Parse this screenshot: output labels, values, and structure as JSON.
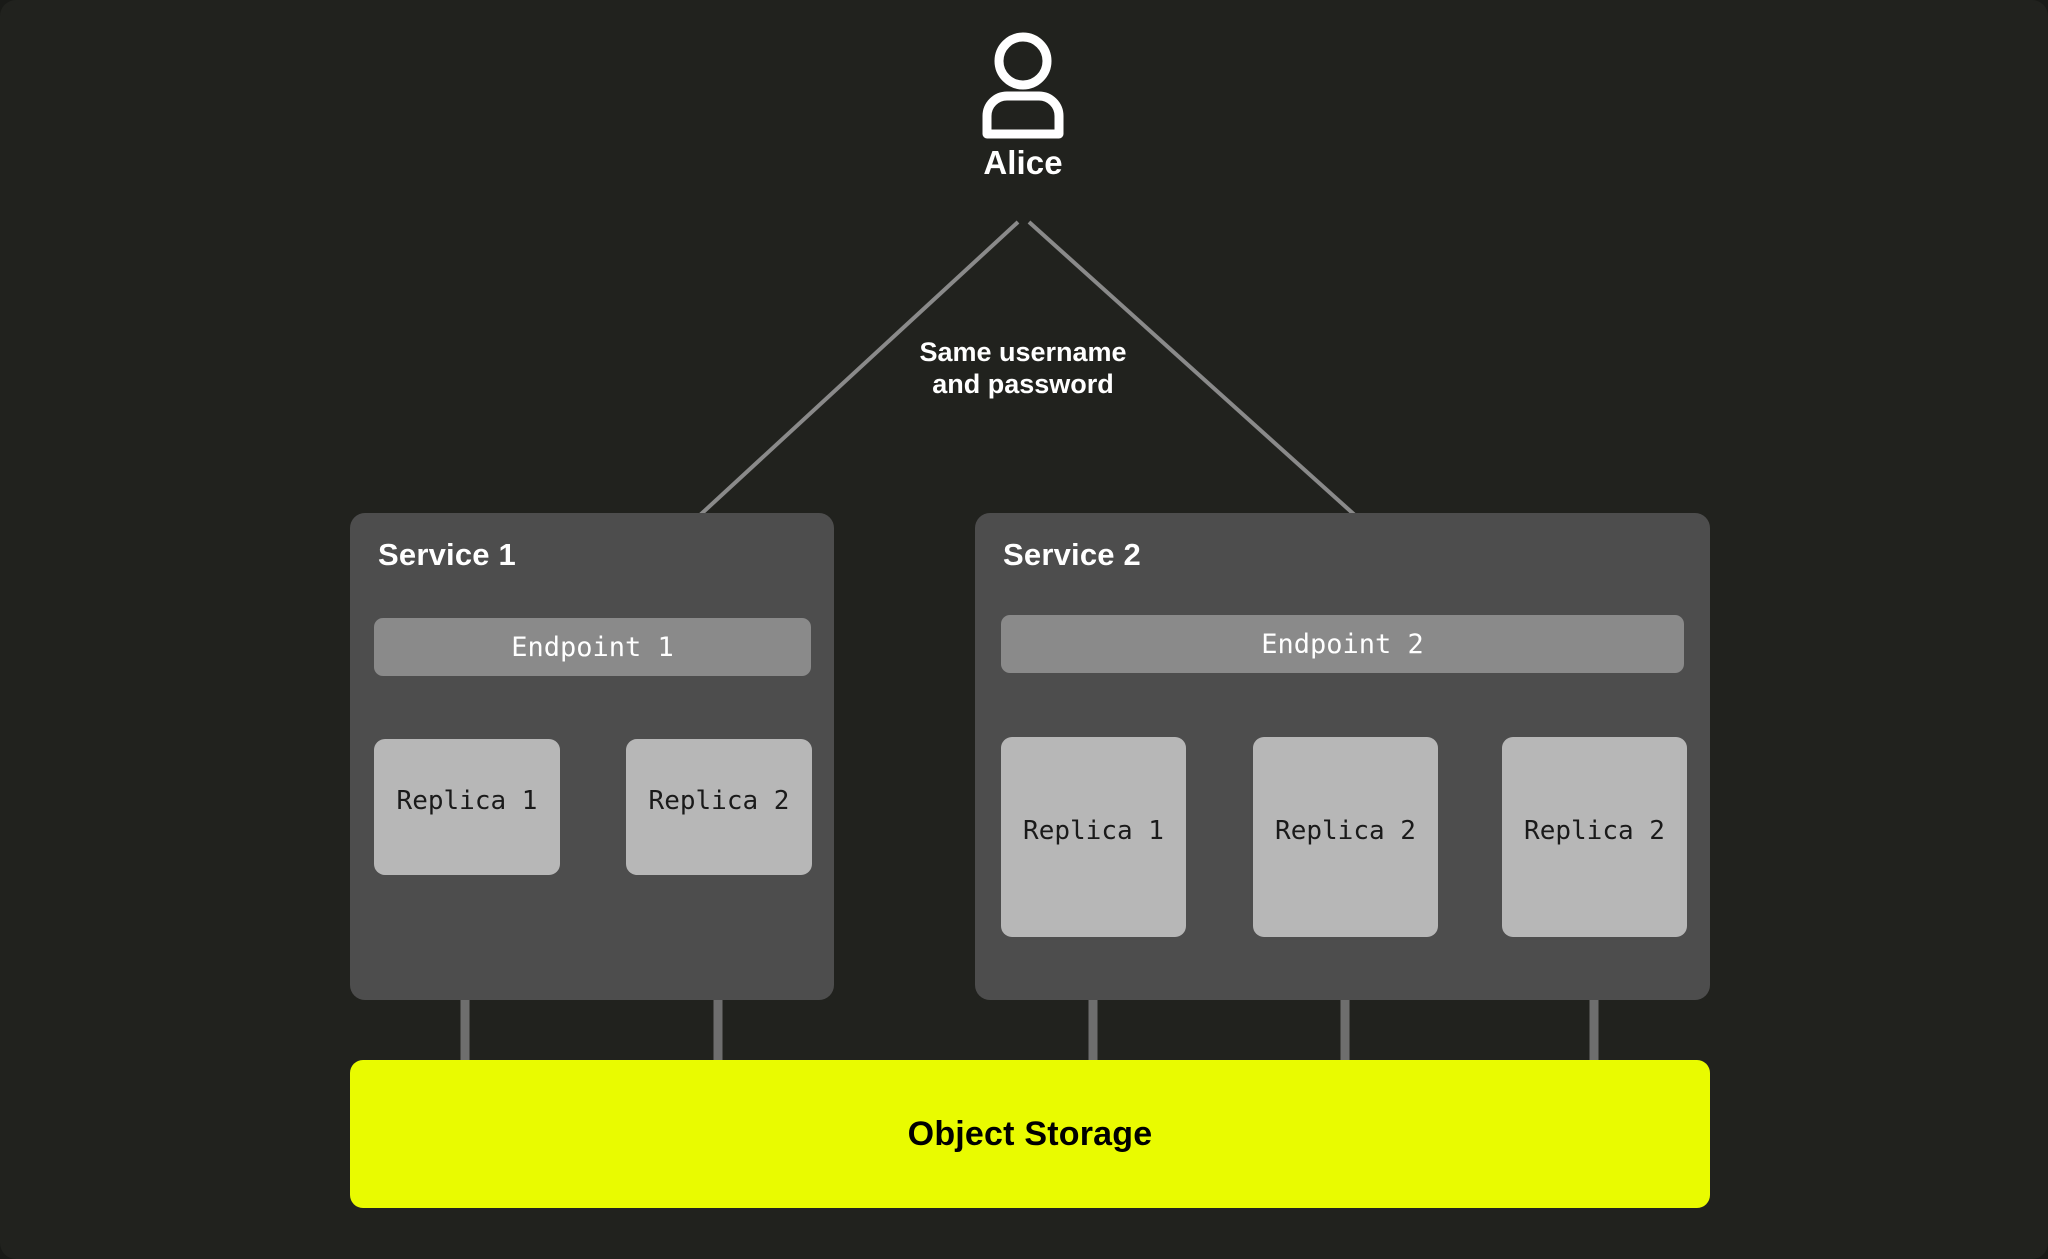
{
  "canvas": {
    "background": "#21221e",
    "page_background": "#191a17"
  },
  "actor": {
    "icon": "user-icon",
    "label": "Alice"
  },
  "edge_note": {
    "line1": "Same username",
    "line2": "and password"
  },
  "services": [
    {
      "title": "Service 1",
      "endpoint": "Endpoint 1",
      "replicas": [
        "Replica 1",
        "Replica 2"
      ]
    },
    {
      "title": "Service 2",
      "endpoint": "Endpoint 2",
      "replicas": [
        "Replica 1",
        "Replica 2",
        "Replica 2"
      ]
    }
  ],
  "storage": {
    "label": "Object Storage",
    "color": "#e9fb00"
  },
  "colors": {
    "service_box": "#4d4d4d",
    "endpoint_bar": "#8a8a8a",
    "replica_box": "#b7b7b7",
    "connector": "#6e6e6e",
    "arrow": "#8a8a8a",
    "text_light": "#ffffff",
    "text_dark": "#000000"
  }
}
